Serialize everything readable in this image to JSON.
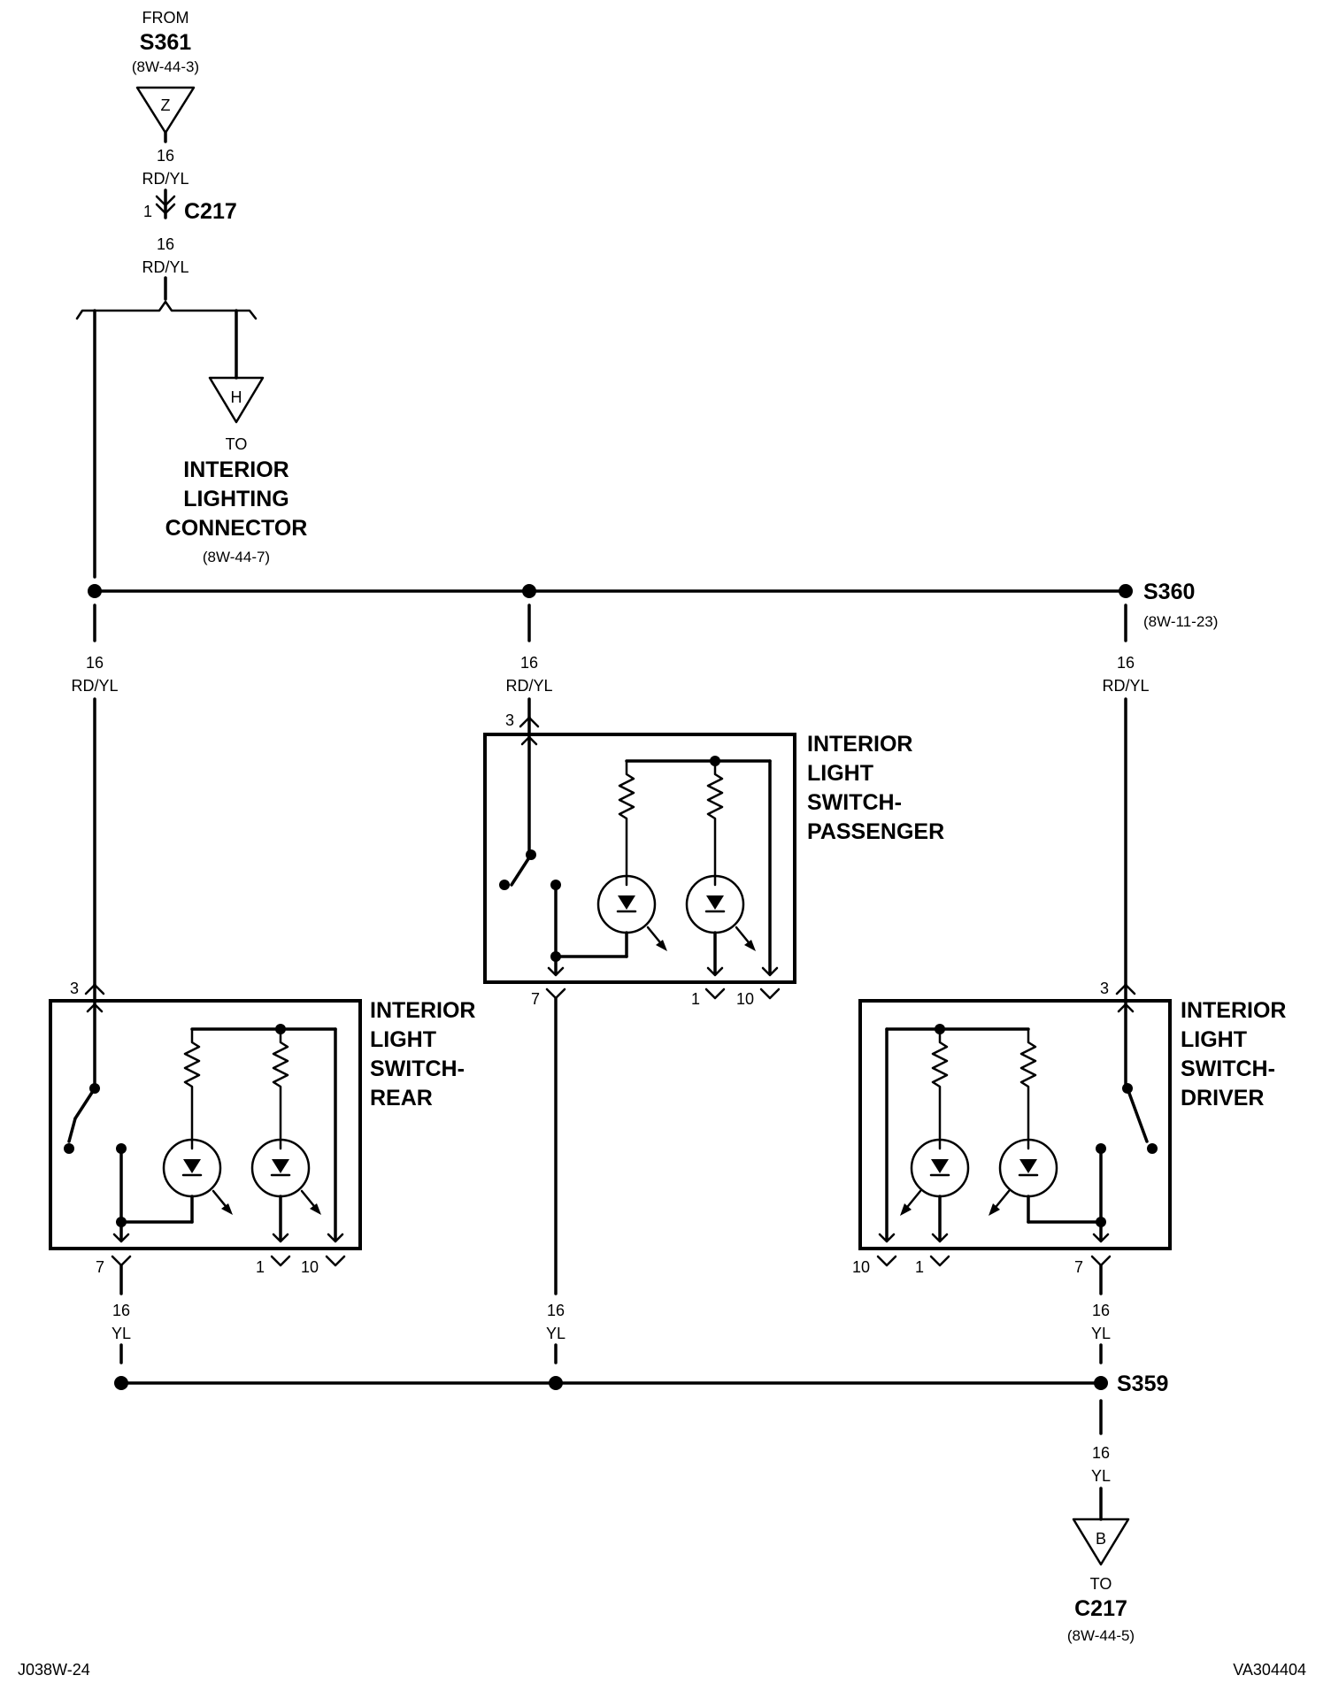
{
  "top": {
    "from_label": "FROM",
    "source_id": "S361",
    "source_ref": "(8W-44-3)",
    "source_connector_letter": "Z",
    "wire1_gauge": "16",
    "wire1_color": "RD/YL",
    "c217_pin": "1",
    "c217_label": "C217",
    "wire2_gauge": "16",
    "wire2_color": "RD/YL"
  },
  "interior_lighting": {
    "connector_letter": "H",
    "to_label": "TO",
    "line1": "INTERIOR",
    "line2": "LIGHTING",
    "line3": "CONNECTOR",
    "ref": "(8W-44-7)"
  },
  "splice_s360": {
    "label": "S360",
    "ref": "(8W-11-23)"
  },
  "feed_wires": [
    {
      "gauge": "16",
      "color": "RD/YL"
    },
    {
      "gauge": "16",
      "color": "RD/YL"
    },
    {
      "gauge": "16",
      "color": "RD/YL"
    }
  ],
  "switch_passenger": {
    "line1": "INTERIOR",
    "line2": "LIGHT",
    "line3": "SWITCH-",
    "line4": "PASSENGER",
    "pin_in": "3",
    "pin_out": "7",
    "pin_a": "1",
    "pin_b": "10"
  },
  "switch_rear": {
    "line1": "INTERIOR",
    "line2": "LIGHT",
    "line3": "SWITCH-",
    "line4": "REAR",
    "pin_in": "3",
    "pin_out": "7",
    "pin_a": "1",
    "pin_b": "10"
  },
  "switch_driver": {
    "line1": "INTERIOR",
    "line2": "LIGHT",
    "line3": "SWITCH-",
    "line4": "DRIVER",
    "pin_in": "3",
    "pin_out": "7",
    "pin_a": "1",
    "pin_b": "10"
  },
  "return_wires": [
    {
      "gauge": "16",
      "color": "YL"
    },
    {
      "gauge": "16",
      "color": "YL"
    },
    {
      "gauge": "16",
      "color": "YL"
    },
    {
      "gauge": "16",
      "color": "YL"
    }
  ],
  "splice_s359": {
    "label": "S359"
  },
  "bottom": {
    "connector_letter": "B",
    "to_label": "TO",
    "target": "C217",
    "ref": "(8W-44-5)"
  },
  "footer": {
    "left_code": "J038W-24",
    "right_code": "VA304404"
  }
}
